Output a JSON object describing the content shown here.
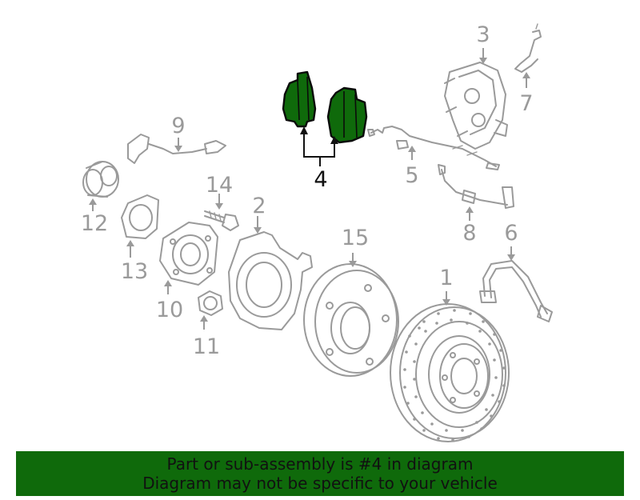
{
  "callouts": {
    "c1": "1",
    "c2": "2",
    "c3": "3",
    "c4": "4",
    "c5": "5",
    "c6": "6",
    "c7": "7",
    "c8": "8",
    "c9": "9",
    "c10": "10",
    "c11": "11",
    "c12": "12",
    "c13": "13",
    "c14": "14",
    "c15": "15"
  },
  "highlight_part": "4",
  "colors": {
    "highlight": "#0f6a0b",
    "parts": "#9a9a9a",
    "text_dark": "#111111",
    "background": "#ffffff"
  },
  "banner": {
    "line1": "Part or sub-assembly is #4 in diagram",
    "line2": "Diagram may not be specific to your vehicle"
  }
}
